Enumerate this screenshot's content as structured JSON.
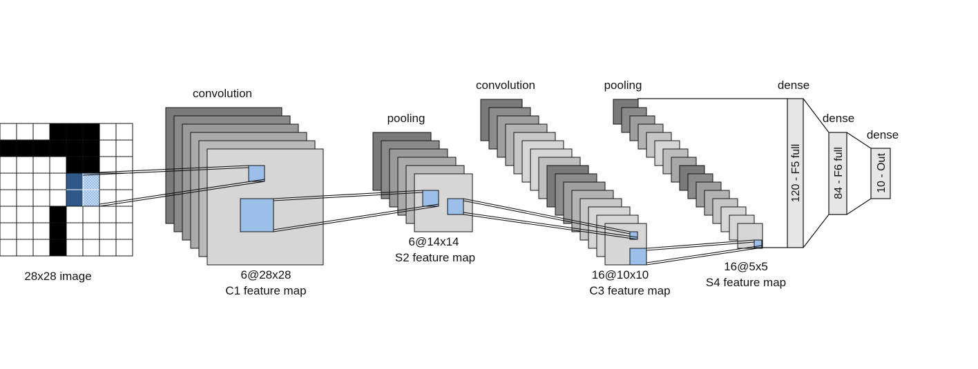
{
  "labels": {
    "input_caption": "28x28 image",
    "conv1_title": "convolution",
    "c1_dims": "6@28x28",
    "c1_name": "C1 feature map",
    "pool1_title": "pooling",
    "s2_dims": "6@14x14",
    "s2_name": "S2 feature map",
    "conv2_title": "convolution",
    "c3_dims": "16@10x10",
    "c3_name": "C3 feature map",
    "pool2_title": "pooling",
    "s4_dims": "16@5x5",
    "s4_name": "S4 feature map",
    "dense1_title": "dense",
    "dense2_title": "dense",
    "dense3_title": "dense",
    "f5_label": "120 - F5 full",
    "f6_label": "84 - F6 full",
    "out_label": "10 - Out"
  },
  "colors": {
    "map_dark": "#7a7a7a",
    "map_mid": "#a2a2a2",
    "map_light": "#d6d6d6",
    "highlight": "#9bbfe8",
    "highlight_dark": "#2f5788",
    "dense_fill": "#e6e6e6",
    "pixel_black": "#000000",
    "stroke": "#111111"
  }
}
